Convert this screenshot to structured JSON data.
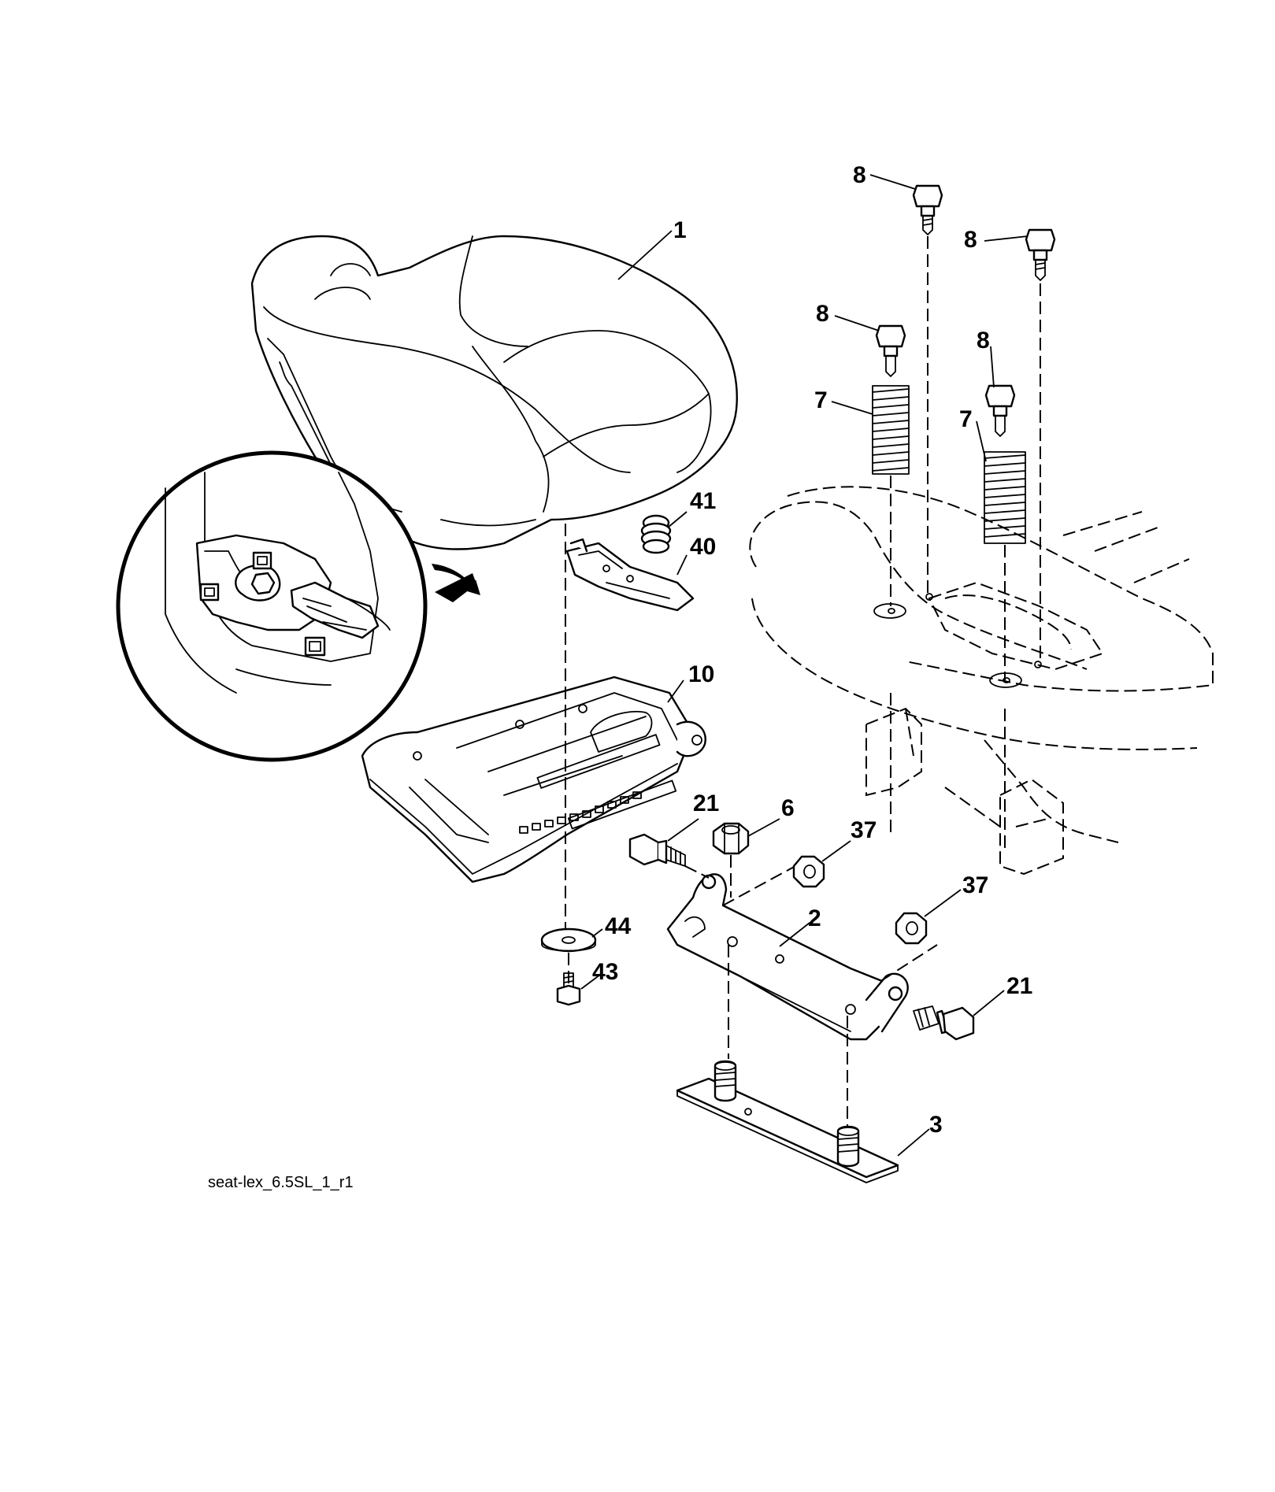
{
  "diagram": {
    "caption": "seat-lex_6.5SL_1_r1",
    "callouts": [
      {
        "id": "c1",
        "label": "1"
      },
      {
        "id": "c8a",
        "label": "8"
      },
      {
        "id": "c8b",
        "label": "8"
      },
      {
        "id": "c8c",
        "label": "8"
      },
      {
        "id": "c8d",
        "label": "8"
      },
      {
        "id": "c7a",
        "label": "7"
      },
      {
        "id": "c7b",
        "label": "7"
      },
      {
        "id": "c41",
        "label": "41"
      },
      {
        "id": "c40",
        "label": "40"
      },
      {
        "id": "c10",
        "label": "10"
      },
      {
        "id": "c21a",
        "label": "21"
      },
      {
        "id": "c6",
        "label": "6"
      },
      {
        "id": "c37a",
        "label": "37"
      },
      {
        "id": "c37b",
        "label": "37"
      },
      {
        "id": "c2",
        "label": "2"
      },
      {
        "id": "c44",
        "label": "44"
      },
      {
        "id": "c43",
        "label": "43"
      },
      {
        "id": "c21b",
        "label": "21"
      },
      {
        "id": "c3",
        "label": "3"
      }
    ]
  }
}
